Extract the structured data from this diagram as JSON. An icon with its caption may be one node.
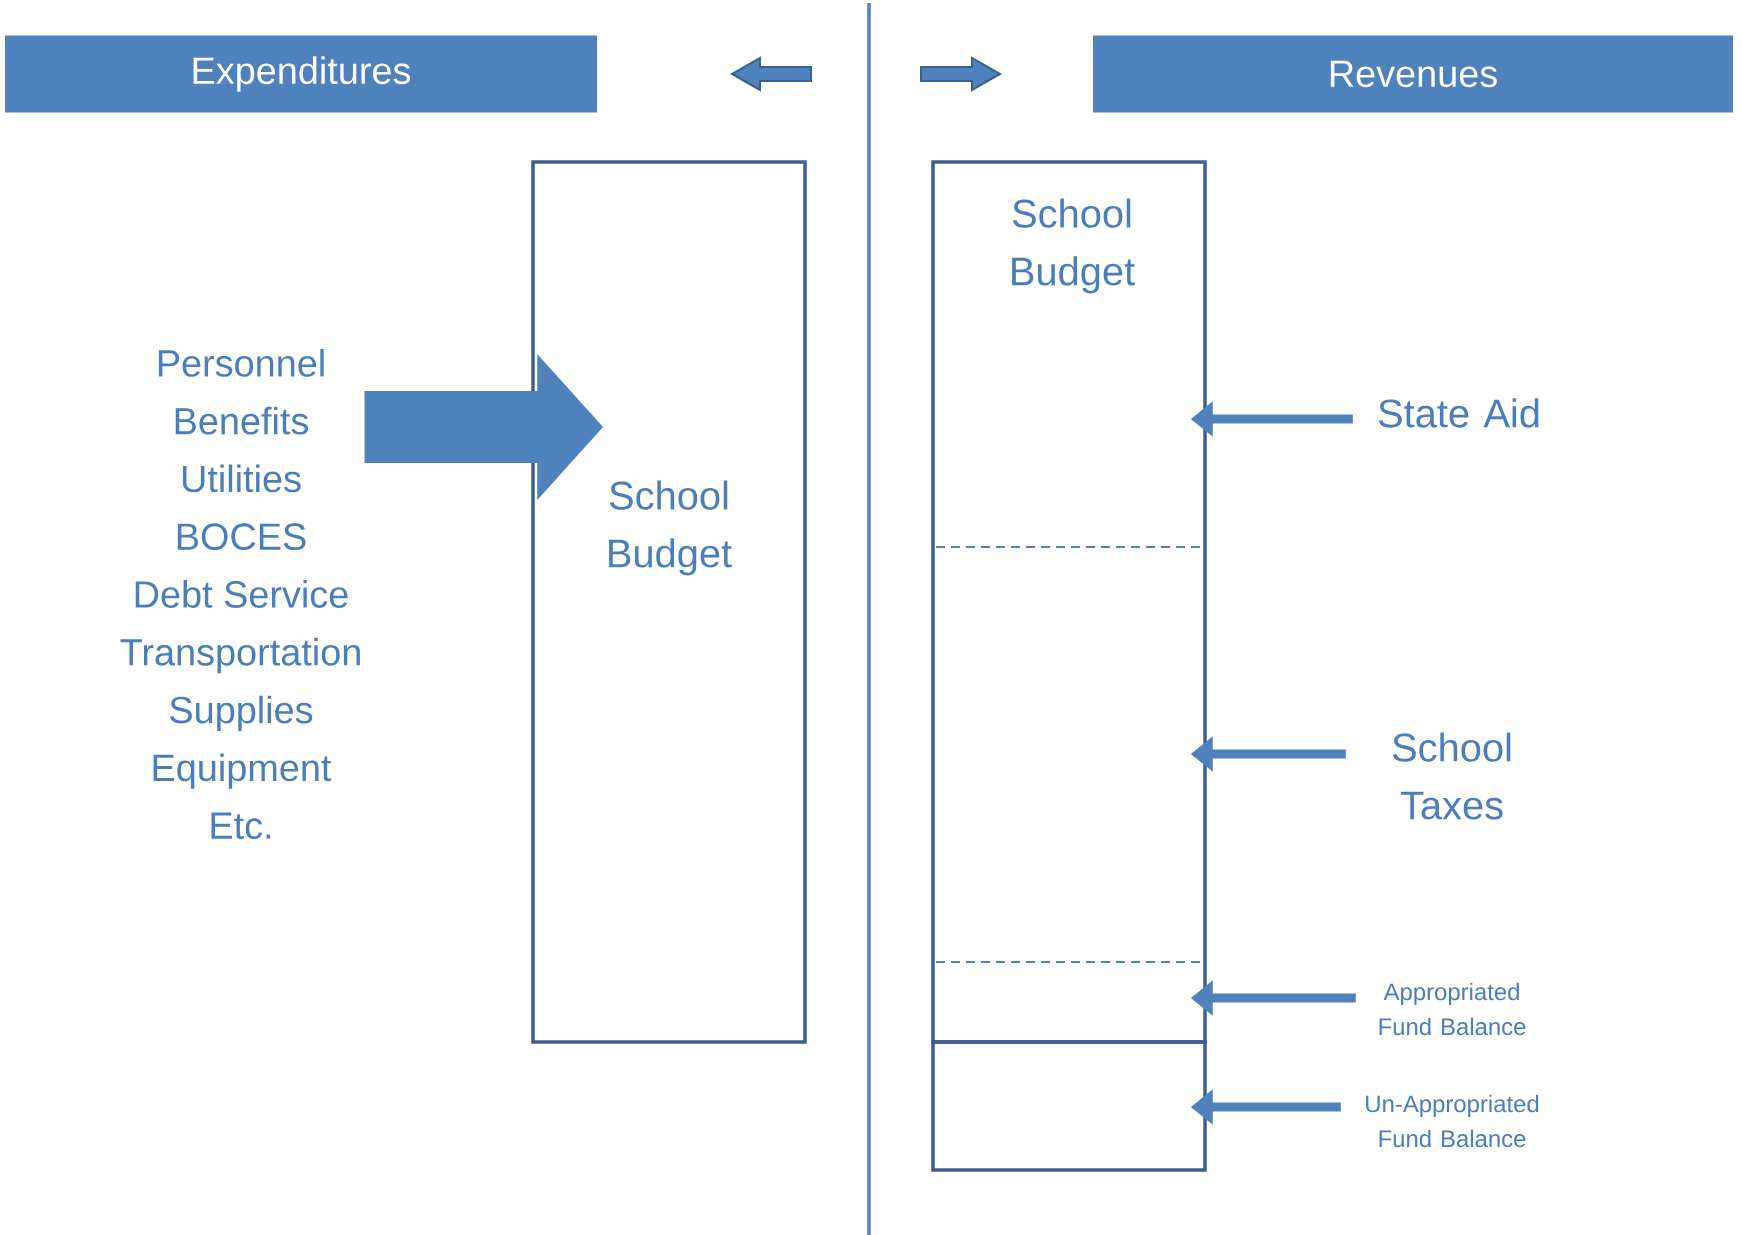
{
  "diagram": {
    "nodes": [
      {
        "text": [
          "Expenditures"
        ]
      },
      {
        "text": [
          "Revenues"
        ]
      },
      {
        "text": [
          "Personnel",
          "Benefits",
          "Utilities",
          "BOCES",
          "Debt Service",
          "Transportation",
          "Supplies",
          "Equipment",
          "Etc."
        ]
      },
      {
        "text": [
          "School Budget"
        ]
      },
      {
        "text": [
          "School Budget"
        ]
      },
      {
        "text": [
          "State Aid"
        ]
      },
      {
        "text": [
          "School Taxes"
        ]
      },
      {
        "text": [
          "Appropriated Fund Balance"
        ]
      },
      {
        "text": [
          "Un-Appropriated Fund Balance"
        ]
      },
      {
        "text": [],
        "shape": "box"
      }
    ],
    "edges": [
      {
        "from": 2,
        "to": 3,
        "arrow": "to",
        "style": "thick"
      },
      {
        "from": 5,
        "to": 4,
        "arrow": "to"
      },
      {
        "from": 6,
        "to": 4,
        "arrow": "to"
      },
      {
        "from": 7,
        "to": 4,
        "arrow": "to"
      },
      {
        "from": 8,
        "to": 9,
        "arrow": "to"
      }
    ]
  }
}
